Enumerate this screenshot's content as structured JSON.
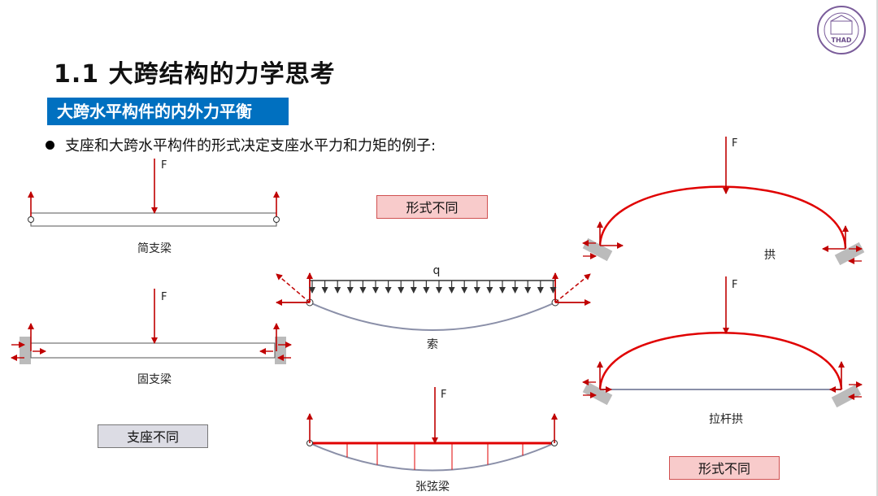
{
  "title": "1.1 大跨结构的力学思考",
  "subtitle": "大跨水平构件的内外力平衡",
  "bullet": "支座和大跨水平构件的形式决定支座水平力和力矩的例子:",
  "logo_text": "THAD",
  "tags": {
    "form_diff_1": "形式不同",
    "support_diff": "支座不同",
    "form_diff_2": "形式不同"
  },
  "diagrams": {
    "simple_beam": {
      "label": "简支梁",
      "force": "F"
    },
    "fixed_beam": {
      "label": "固支梁",
      "force": "F"
    },
    "cable": {
      "label": "索",
      "load": "q"
    },
    "string_beam": {
      "label": "张弦梁",
      "force": "F"
    },
    "arch": {
      "label": "拱",
      "force": "F"
    },
    "tied_arch": {
      "label": "拉杆拱",
      "force": "F"
    }
  },
  "colors": {
    "accent": "#0070c0",
    "force": "#c00000",
    "arch": "#e00000"
  }
}
